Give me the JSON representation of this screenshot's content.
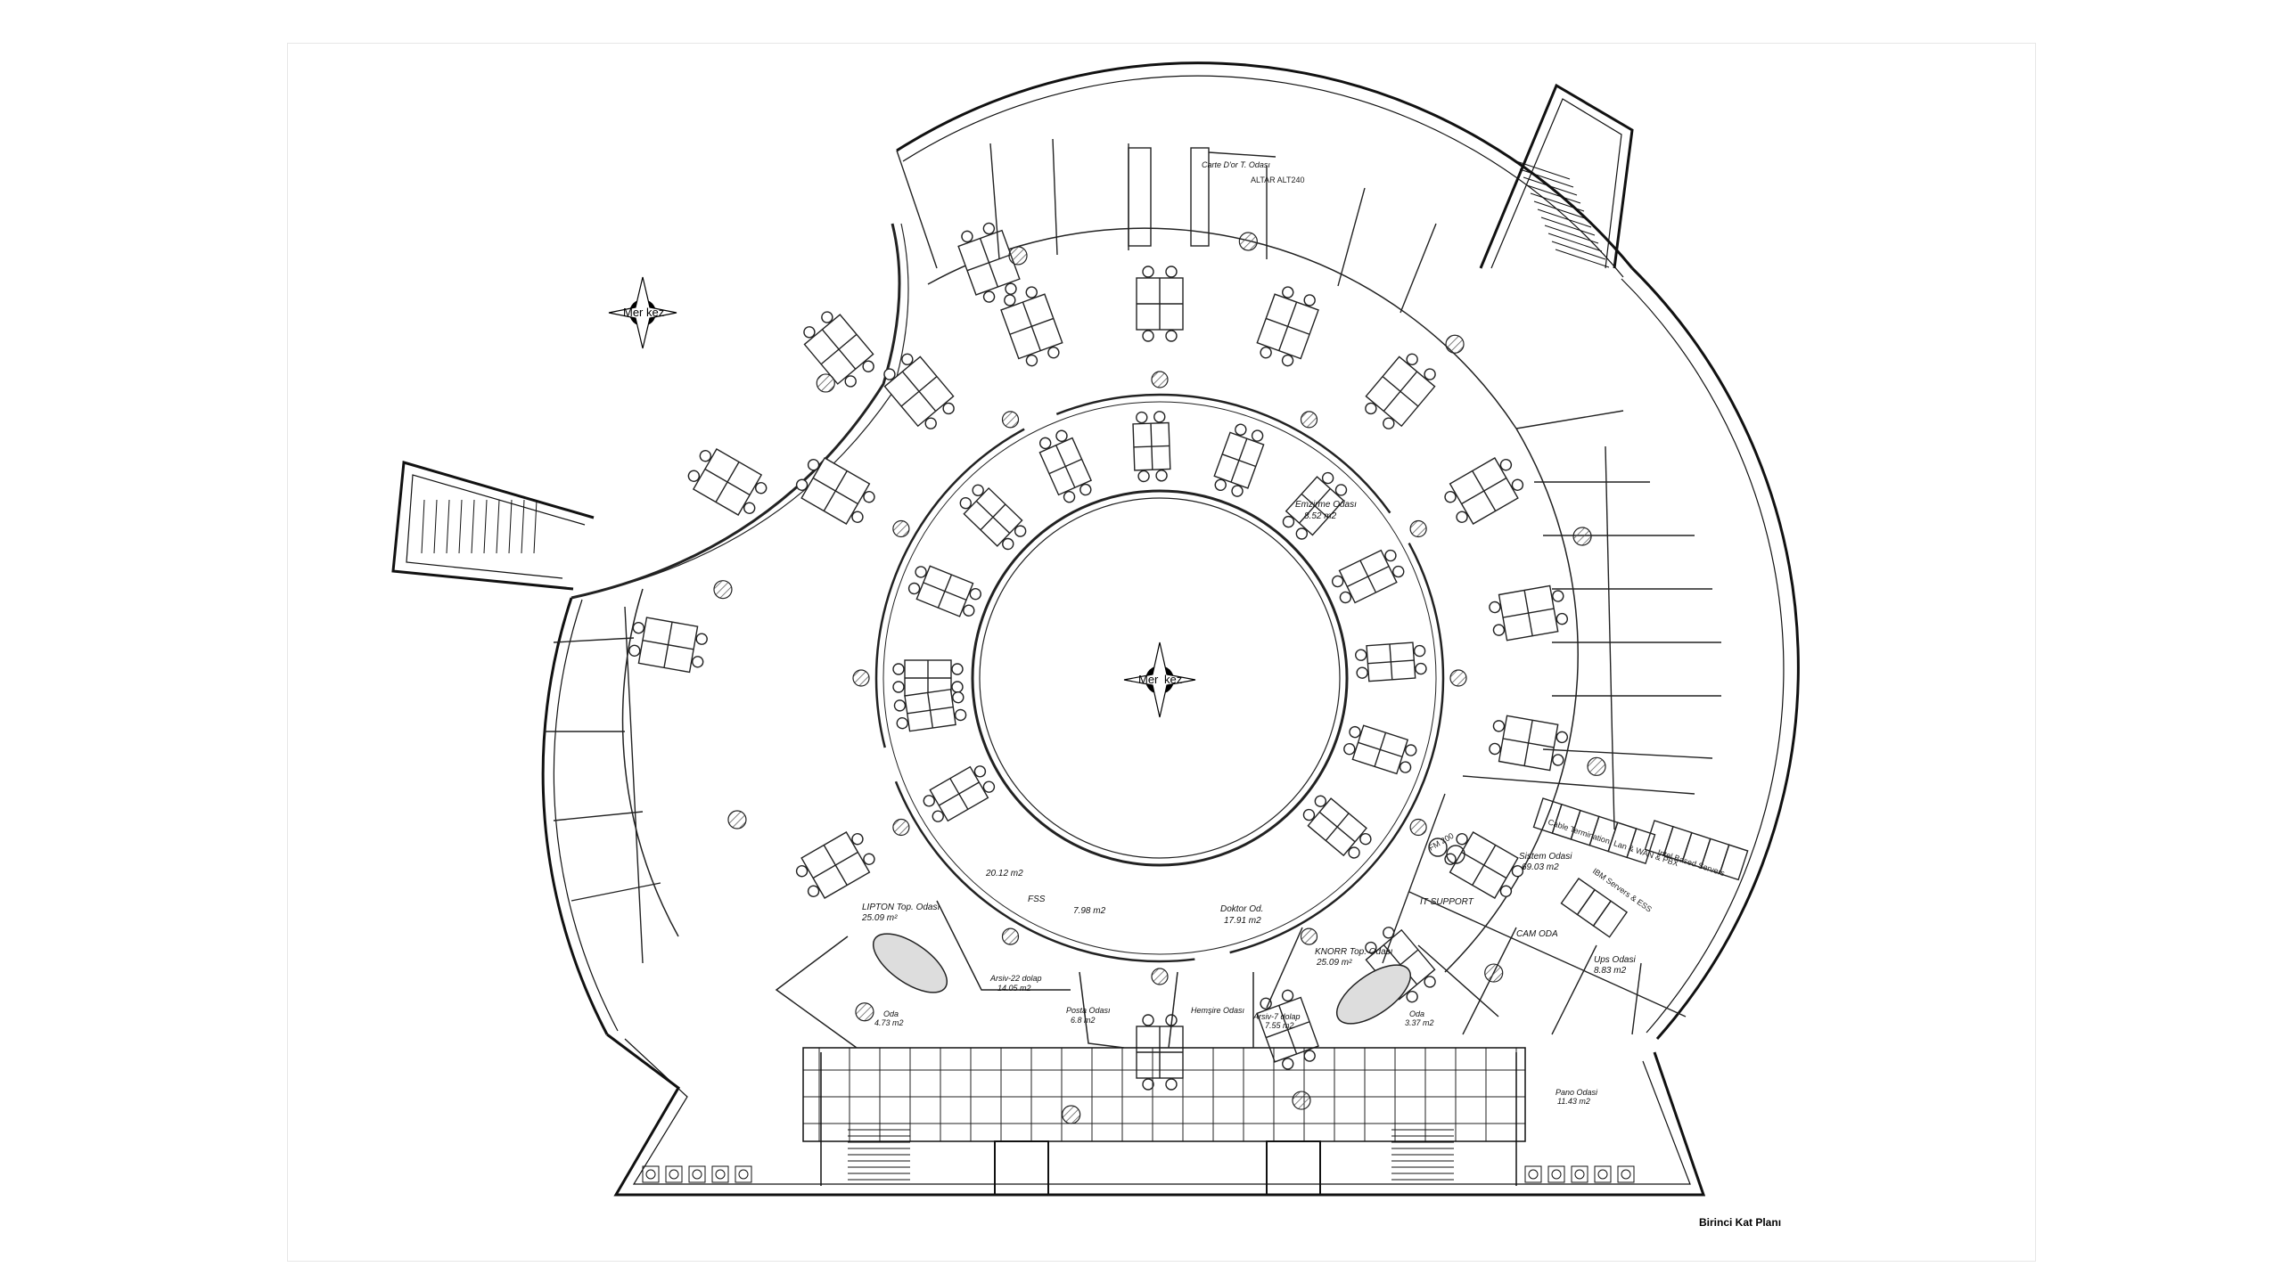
{
  "drawing": {
    "title": "Birinci Kat Planı",
    "type": "floor-plan",
    "line_color": "#000000",
    "background": "#ffffff",
    "hatch_color": "#555555"
  },
  "compasses": [
    {
      "id": "compass-top-left",
      "left_text": "Mer",
      "right_text": "kez"
    },
    {
      "id": "compass-center",
      "left_text": "Mer",
      "right_text": "kez"
    }
  ],
  "rooms": [
    {
      "name": "Emzirme Odası",
      "area": "8.52 m2"
    },
    {
      "name": "Carte D'or T. Odası",
      "area": ""
    },
    {
      "name": "",
      "area": "20.12 m2"
    },
    {
      "name": "FSS",
      "area": ""
    },
    {
      "name": "",
      "area": "7.98 m2"
    },
    {
      "name": "Doktor Od.",
      "area": "17.91 m2"
    },
    {
      "name": "LIPTON Top. Odası",
      "area": "25.09 m²"
    },
    {
      "name": "Arsiv-22 dolap",
      "area": "14.05 m2"
    },
    {
      "name": "Oda",
      "area": "4.73 m2"
    },
    {
      "name": "Posta Odası",
      "area": "6.8 m2"
    },
    {
      "name": "Hemşire Odası",
      "area": ""
    },
    {
      "name": "Arsiv-7 dolap",
      "area": "7.55 m2"
    },
    {
      "name": "KNORR Top. Odası",
      "area": "25.09 m²"
    },
    {
      "name": "Oda",
      "area": "3.37 m2"
    },
    {
      "name": "IT SUPPORT",
      "area": ""
    },
    {
      "name": "Sistem Odasi",
      "area": "69.03 m2"
    },
    {
      "name": "CAM ODA",
      "area": ""
    },
    {
      "name": "Ups Odasi",
      "area": "8.83 m2"
    },
    {
      "name": "Pano Odasi",
      "area": "11.43 m2"
    }
  ],
  "equipment_labels": [
    "Cable Termination. Lan & WAN & PBX",
    "Intel Based Servers",
    "IBM Servers & ESS",
    "FM 200",
    "ALTAR ALT240"
  ]
}
